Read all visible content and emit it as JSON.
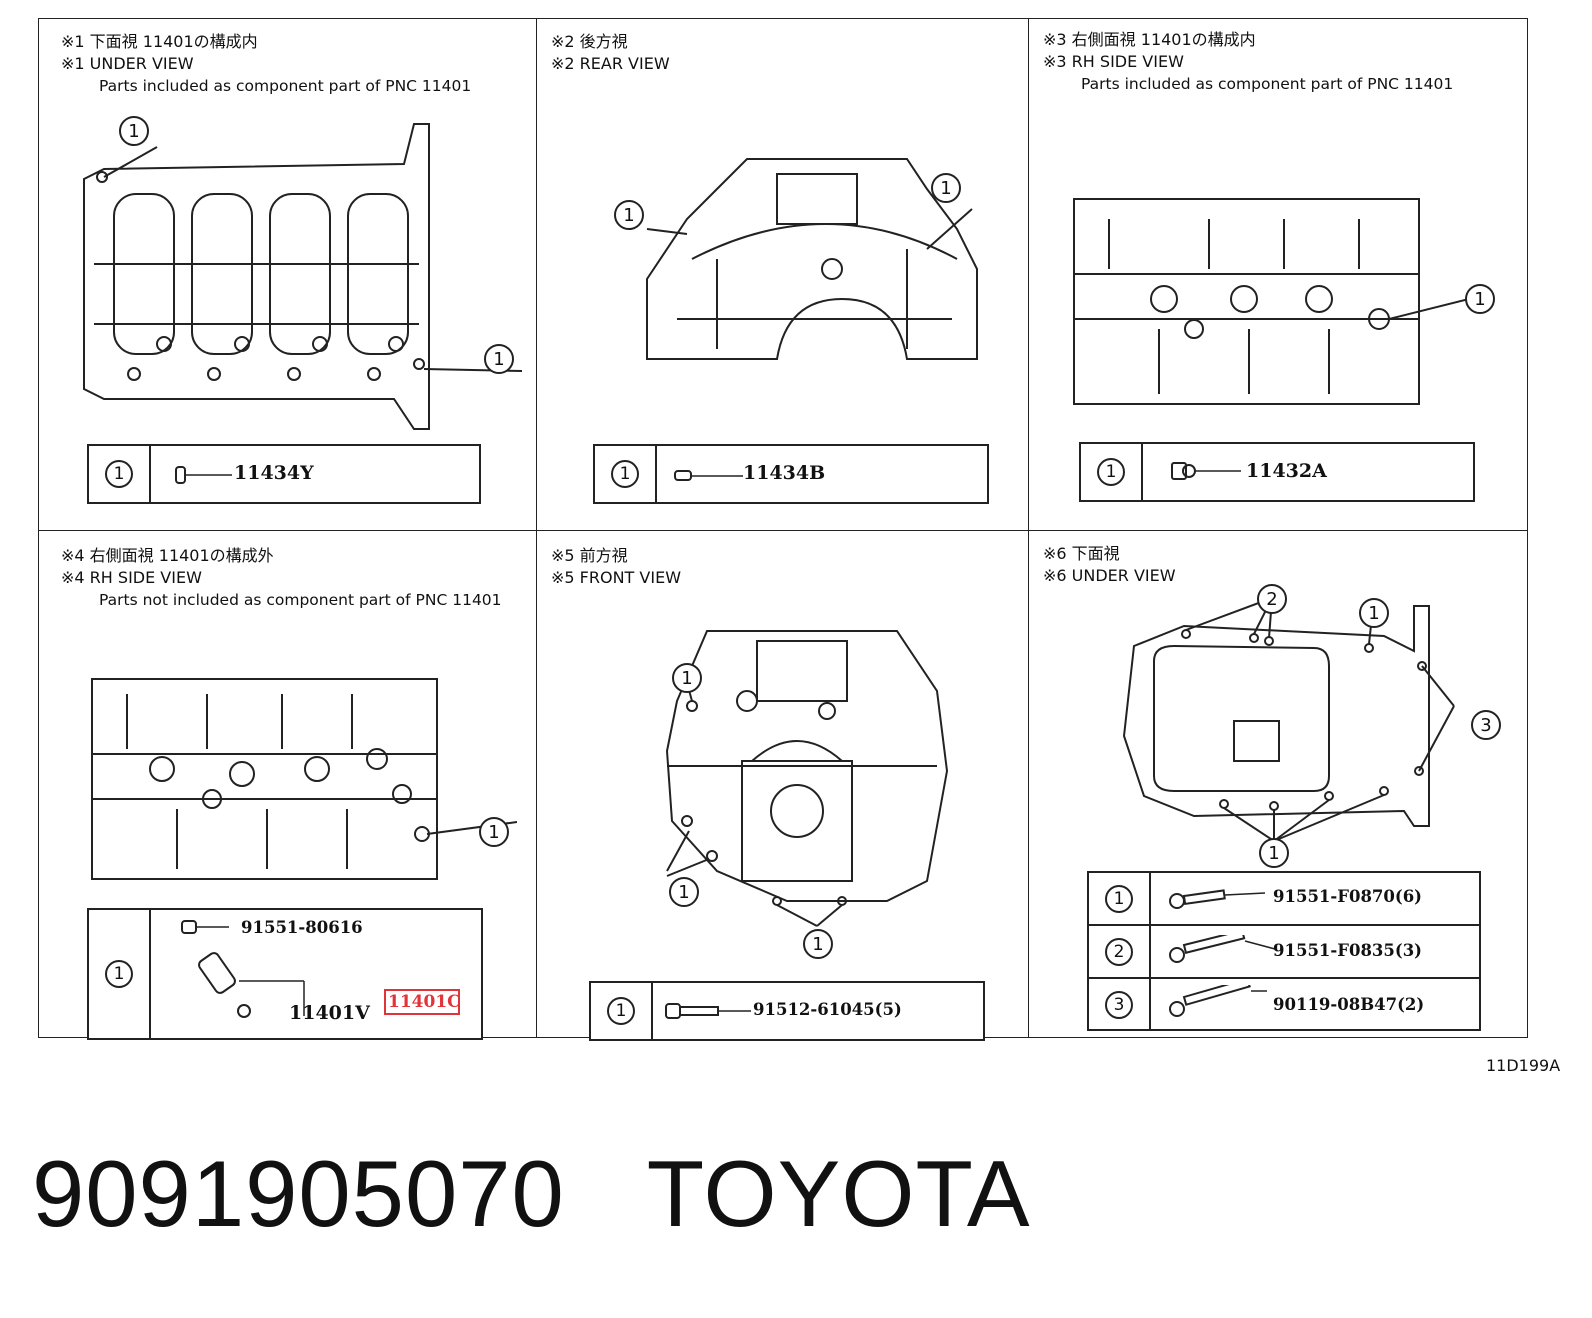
{
  "panels": [
    {
      "line1": "※1 下面視 11401の構成内",
      "line2": "※1 UNDER VIEW",
      "line3": "Parts included as component part of PNC 11401",
      "callout": "1",
      "parts": [
        "11434Y"
      ]
    },
    {
      "line1": "※2 後方視",
      "line2": "※2 REAR VIEW",
      "callout": "1",
      "parts": [
        "11434B"
      ]
    },
    {
      "line1": "※3 右側面視 11401の構成内",
      "line2": "※3 RH SIDE VIEW",
      "line3": "Parts included as component part of PNC 11401",
      "callout": "1",
      "parts": [
        "11432A"
      ]
    },
    {
      "line1": "※4 右側面視 11401の構成外",
      "line2": "※4 RH SIDE VIEW",
      "line3": "Parts not included as component part of PNC 11401",
      "callout": "1",
      "parts": [
        "91551-80616",
        "11401V"
      ],
      "highlight": "11401C"
    },
    {
      "line1": "※5 前方視",
      "line2": "※5 FRONT VIEW",
      "callout": "1",
      "parts": [
        "91512-61045(5)"
      ]
    },
    {
      "line1": "※6 下面視",
      "line2": "※6 UNDER VIEW",
      "callouts": [
        "1",
        "2",
        "3"
      ],
      "parts": [
        "91551-F0870(6)",
        "91551-F0835(3)",
        "90119-08B47(2)"
      ]
    }
  ],
  "diagram_code": "11D199A",
  "footer": {
    "part_number": "9091905070",
    "brand": "TOYOTA"
  }
}
